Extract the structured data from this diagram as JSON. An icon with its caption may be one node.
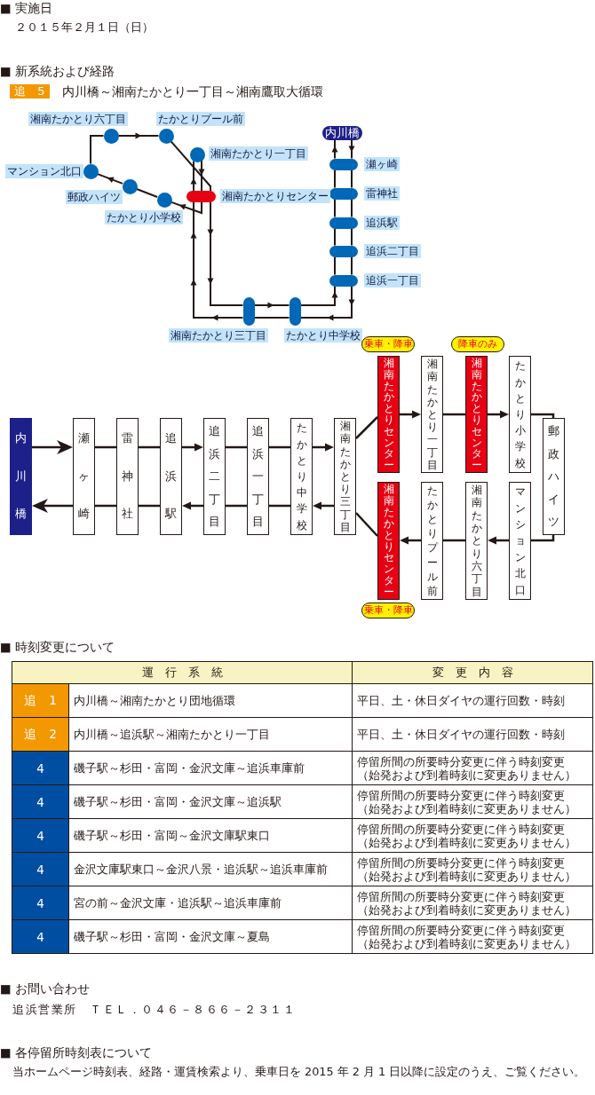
{
  "diagram": {
    "nodes": [
      {
        "text": [
          "追　5"
        ],
        "beside": [
          "内川橋～湘南たかとり一丁目～湘南鷹取大循環"
        ]
      },
      {
        "text": [],
        "shape": "circle",
        "beside": [
          "湘南たかとり六丁目"
        ]
      },
      {
        "text": [],
        "shape": "circle",
        "beside": [
          "たかとりプール前"
        ]
      },
      {
        "text": [
          "内川橋"
        ]
      },
      {
        "text": [],
        "shape": "circle",
        "beside": [
          "湘南たかとり一丁目"
        ]
      },
      {
        "text": [],
        "shape": "bar",
        "beside": [
          "瀬ヶ崎"
        ]
      },
      {
        "text": [],
        "shape": "circle",
        "beside": [
          "マンション北口"
        ]
      },
      {
        "text": [],
        "shape": "bar",
        "beside": [
          "湘南たかとりセンター"
        ]
      },
      {
        "text": [],
        "shape": "circle",
        "beside": [
          "郵政ハイツ"
        ]
      },
      {
        "text": [],
        "shape": "bar",
        "beside": [
          "雷神社"
        ]
      },
      {
        "text": [],
        "shape": "circle",
        "beside": [
          "たかとり小学校"
        ]
      },
      {
        "text": [],
        "shape": "bar",
        "beside": [
          "追浜駅"
        ]
      },
      {
        "text": [],
        "shape": "bar",
        "beside": [
          "追浜二丁目"
        ]
      },
      {
        "text": [],
        "shape": "bar",
        "beside": [
          "追浜一丁目"
        ]
      },
      {
        "text": [],
        "shape": "bar",
        "beside": [
          "湘南たかとり三丁目"
        ]
      },
      {
        "text": [],
        "shape": "bar",
        "beside": [
          "たかとり中学校"
        ]
      },
      {
        "text": [
          "湘南たかとりセンター"
        ],
        "beside": [
          "乗車・降車"
        ]
      },
      {
        "text": [
          "湘南たかとり一丁目"
        ]
      },
      {
        "text": [
          "湘南たかとりセンター"
        ],
        "beside": [
          "降車のみ"
        ]
      },
      {
        "text": [
          "たかとり小学校"
        ]
      },
      {
        "text": [
          "内川橋"
        ]
      },
      {
        "text": [
          "瀬ヶ崎"
        ]
      },
      {
        "text": [
          "雷神社"
        ]
      },
      {
        "text": [
          "追浜駅"
        ]
      },
      {
        "text": [
          "追浜二丁目"
        ]
      },
      {
        "text": [
          "追浜一丁目"
        ]
      },
      {
        "text": [
          "たかとり中学校"
        ]
      },
      {
        "text": [
          "湘南たかとり三丁目"
        ]
      },
      {
        "text": [
          "郵政ハイツ"
        ]
      },
      {
        "text": [
          "湘南たかとりセンター"
        ],
        "beside": [
          "乗車・降車"
        ]
      },
      {
        "text": [
          "たかとりプール前"
        ]
      },
      {
        "text": [
          "湘南たかとり六丁目"
        ]
      },
      {
        "text": [
          "マンション北口"
        ]
      }
    ],
    "edges": [
      {
        "from": 3,
        "to": 5,
        "arrow": "to"
      },
      {
        "from": 5,
        "to": 3,
        "arrow": "to"
      },
      {
        "from": 5,
        "to": 9,
        "arrow": "none"
      },
      {
        "from": 9,
        "to": 5,
        "arrow": "none"
      },
      {
        "from": 9,
        "to": 11,
        "arrow": "none"
      },
      {
        "from": 11,
        "to": 9,
        "arrow": "none"
      },
      {
        "from": 11,
        "to": 12,
        "arrow": "none"
      },
      {
        "from": 12,
        "to": 11,
        "arrow": "none"
      },
      {
        "from": 12,
        "to": 13,
        "arrow": "none"
      },
      {
        "from": 13,
        "to": 12,
        "arrow": "none"
      },
      {
        "from": 13,
        "to": 15,
        "arrow": "to"
      },
      {
        "from": 15,
        "to": 13,
        "arrow": "to"
      },
      {
        "from": 15,
        "to": 14,
        "arrow": "none"
      },
      {
        "from": 14,
        "to": 15,
        "arrow": "to"
      },
      {
        "from": 14,
        "to": 7,
        "arrow": "to"
      },
      {
        "from": 7,
        "to": 14,
        "arrow": "to"
      },
      {
        "from": 7,
        "to": 4,
        "arrow": "to"
      },
      {
        "from": 4,
        "to": 7,
        "arrow": "to"
      },
      {
        "from": 7,
        "to": 10,
        "arrow": "to"
      },
      {
        "from": 10,
        "to": 8,
        "arrow": "none"
      },
      {
        "from": 8,
        "to": 6,
        "arrow": "to"
      },
      {
        "from": 6,
        "to": 1,
        "arrow": "none"
      },
      {
        "from": 1,
        "to": 2,
        "arrow": "to"
      },
      {
        "from": 2,
        "to": 7,
        "arrow": "none"
      },
      {
        "from": 20,
        "to": 21,
        "arrow": "to"
      },
      {
        "from": 21,
        "to": 22,
        "arrow": "none"
      },
      {
        "from": 22,
        "to": 23,
        "arrow": "none"
      },
      {
        "from": 23,
        "to": 24,
        "arrow": "to"
      },
      {
        "from": 24,
        "to": 25,
        "arrow": "none"
      },
      {
        "from": 25,
        "to": 26,
        "arrow": "none"
      },
      {
        "from": 26,
        "to": 27,
        "arrow": "to"
      },
      {
        "from": 27,
        "to": 16,
        "arrow": "none"
      },
      {
        "from": 16,
        "to": 17,
        "arrow": "to"
      },
      {
        "from": 17,
        "to": 18,
        "arrow": "none"
      },
      {
        "from": 18,
        "to": 19,
        "arrow": "to"
      },
      {
        "from": 19,
        "to": 28,
        "arrow": "none"
      },
      {
        "from": 28,
        "to": 32,
        "arrow": "none"
      },
      {
        "from": 32,
        "to": 31,
        "arrow": "to"
      },
      {
        "from": 31,
        "to": 30,
        "arrow": "none"
      },
      {
        "from": 30,
        "to": 29,
        "arrow": "to"
      },
      {
        "from": 29,
        "to": 27,
        "arrow": "none"
      },
      {
        "from": 27,
        "to": 26,
        "arrow": "to"
      },
      {
        "from": 26,
        "to": 25,
        "arrow": "none"
      },
      {
        "from": 25,
        "to": 24,
        "arrow": "none"
      },
      {
        "from": 24,
        "to": 23,
        "arrow": "to"
      },
      {
        "from": 23,
        "to": 22,
        "arrow": "none"
      },
      {
        "from": 22,
        "to": 21,
        "arrow": "none"
      },
      {
        "from": 21,
        "to": 20,
        "arrow": "to"
      }
    ],
    "labels": [
      "■ 実施日",
      "２０１５年２月１日（日）",
      "■ 新系統および経路",
      "■ 時刻変更について",
      "運　行　系　統",
      "変　更　内　容",
      "追　1",
      "内川橋～湘南たかとり団地循環",
      "平日、土・休日ダイヤの運行回数・時刻",
      "追　2",
      "内川橋～追浜駅～湘南たかとり一丁目",
      "平日、土・休日ダイヤの運行回数・時刻",
      "4",
      "磯子駅～杉田・富岡・金沢文庫～追浜車庫前",
      "停留所間の所要時分変更に伴う時刻変更（始発および到着時刻に変更ありません）",
      "4",
      "磯子駅～杉田・富岡・金沢文庫～追浜駅",
      "停留所間の所要時分変更に伴う時刻変更（始発および到着時刻に変更ありません）",
      "4",
      "磯子駅～杉田・富岡～金沢文庫駅東口",
      "停留所間の所要時分変更に伴う時刻変更（始発および到着時刻に変更ありません）",
      "4",
      "金沢文庫駅東口～金沢八景・追浜駅～追浜車庫前",
      "停留所間の所要時分変更に伴う時刻変更（始発および到着時刻に変更ありません）",
      "4",
      "宮の前～金沢文庫・追浜駅～追浜車庫前",
      "停留所間の所要時分変更に伴う時刻変更（始発および到着時刻に変更ありません）",
      "4",
      "磯子駅～杉田・富岡・金沢文庫～夏島",
      "停留所間の所要時分変更に伴う時刻変更（始発および到着時刻に変更ありません）",
      "■ お問い合わせ",
      "追浜営業所　ＴＥＬ．０４６－８６６－２３１１",
      "■ 各停留所時刻表について",
      "当ホームページ時刻表、経路・運賃検索より、乗車日を 2015 年 2 月 1 日以降に設定のうえ、ご覧ください。"
    ]
  }
}
